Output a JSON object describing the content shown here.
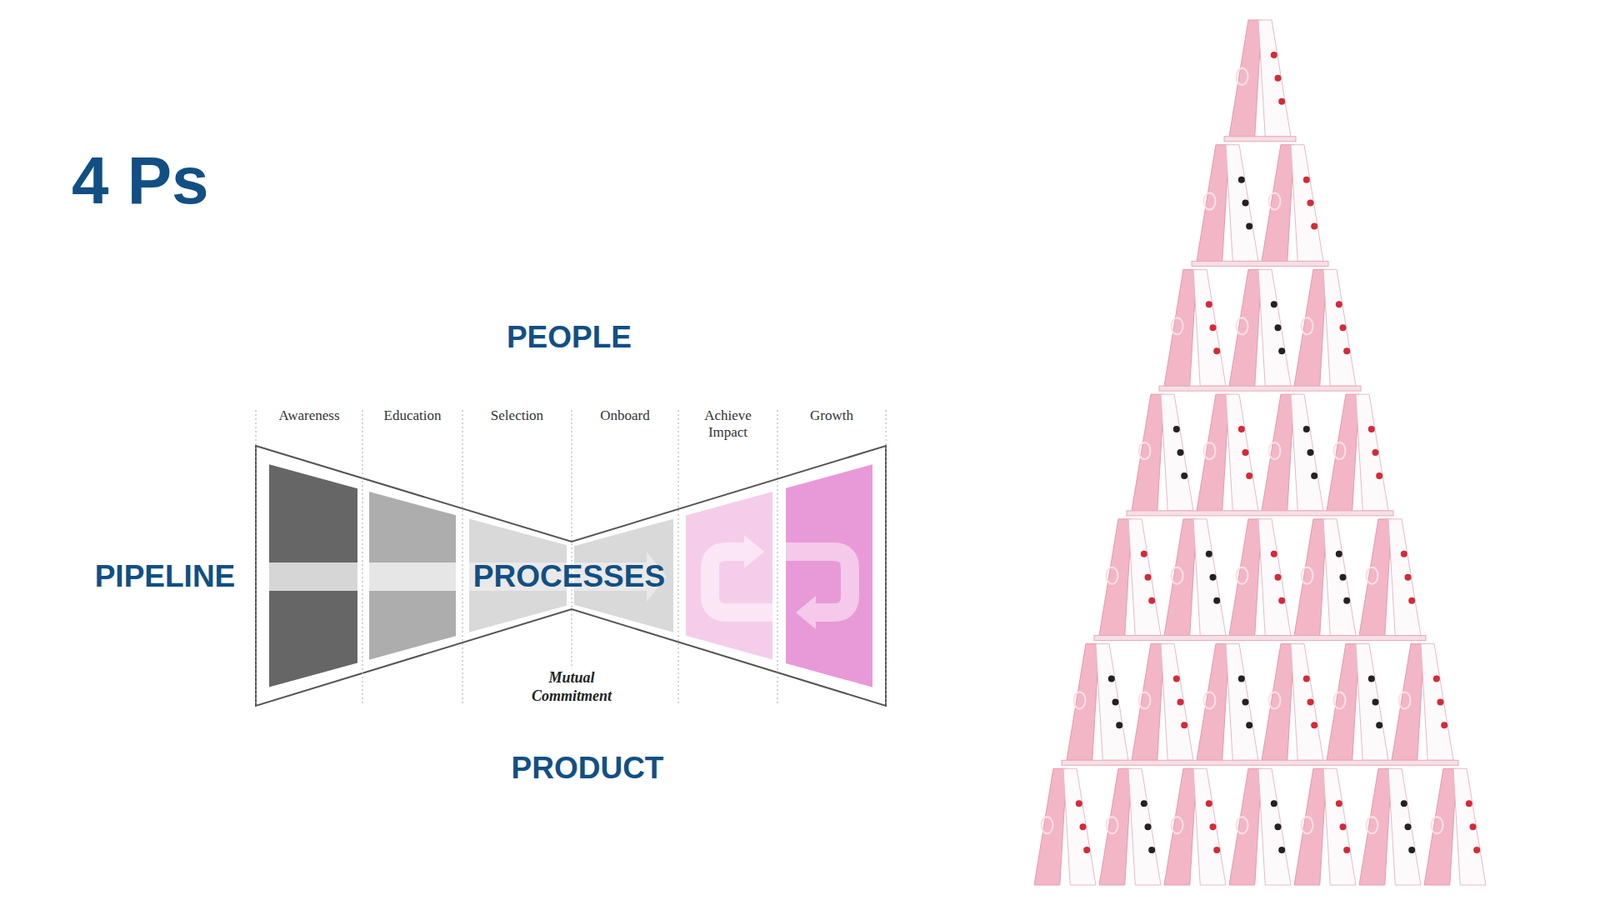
{
  "diagram": {
    "title": "4 Ps",
    "nodes": [
      {
        "text": [
          "Awareness"
        ]
      },
      {
        "text": [
          "Education"
        ]
      },
      {
        "text": [
          "Selection"
        ]
      },
      {
        "text": [
          "Onboard"
        ]
      },
      {
        "text": [
          "Achieve Impact"
        ]
      },
      {
        "text": [
          "Growth"
        ]
      }
    ],
    "labels": [
      "PEOPLE",
      "PIPELINE",
      "PROCESSES",
      "Mutual Commitment",
      "PRODUCT"
    ]
  }
}
